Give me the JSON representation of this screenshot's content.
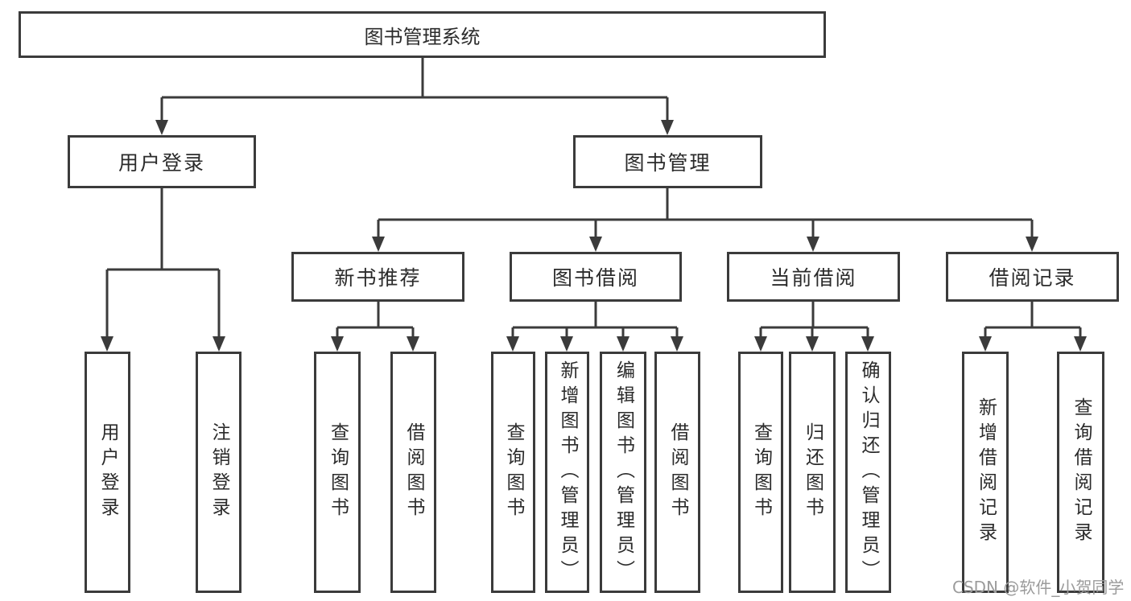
{
  "nodes": {
    "root": "图书管理系统",
    "user_login": "用户登录",
    "book_mgmt": "图书管理",
    "new_books": "新书推荐",
    "book_borrow": "图书借阅",
    "current_borrow": "当前借阅",
    "borrow_records": "借阅记录",
    "leaves": {
      "user_login": [
        "用户登录",
        "注销登录"
      ],
      "new_books": [
        "查询图书",
        "借阅图书"
      ],
      "book_borrow": [
        "查询图书",
        "新增图书（管理员）",
        "编辑图书（管理员）",
        "借阅图书"
      ],
      "current_borrow": [
        "查询图书",
        "归还图书",
        "确认归还（管理员）"
      ],
      "borrow_records": [
        "新增借阅记录",
        "查询借阅记录"
      ]
    }
  },
  "watermark": {
    "text": "CSDN @软件_小贺同学"
  },
  "colors": {
    "line": "#3b3b3b",
    "text": "#2b2b2b",
    "watermark": "#9b9b9b",
    "background": "#ffffff"
  }
}
